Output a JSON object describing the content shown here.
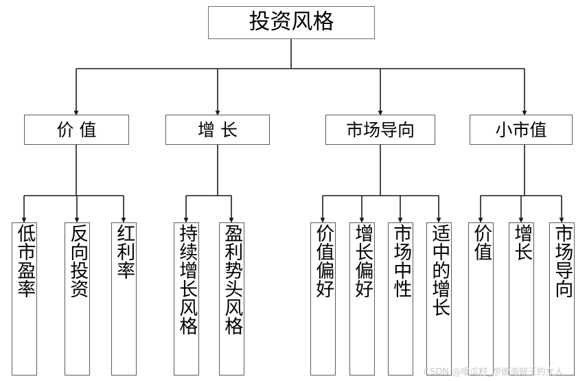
{
  "diagram": {
    "title": "投资风格",
    "type": "hierarchy-tree",
    "root": {
      "label": "投资风格"
    },
    "level2": [
      {
        "label": "价 值"
      },
      {
        "label": "增 长"
      },
      {
        "label": "市场导向"
      },
      {
        "label": "小市值"
      }
    ],
    "level3": [
      {
        "label": "低市盈率"
      },
      {
        "label": "反向投资"
      },
      {
        "label": "红利率"
      },
      {
        "label": "持续增长风格"
      },
      {
        "label": "盈利势头风格"
      },
      {
        "label": "价值偏好"
      },
      {
        "label": "增长偏好"
      },
      {
        "label": "市场中性"
      },
      {
        "label": "适中的增长"
      },
      {
        "label": "价值"
      },
      {
        "label": "增长"
      },
      {
        "label": "市场导向"
      }
    ]
  },
  "watermark": {
    "text": "CSDN @嗳瓜籽_想做海贼王的女人"
  },
  "colors": {
    "box_border": "#5a5a5a",
    "line": "#1a1a1a",
    "text": "#000000",
    "background": "#ffffff",
    "watermark": "#c9c9c9"
  }
}
